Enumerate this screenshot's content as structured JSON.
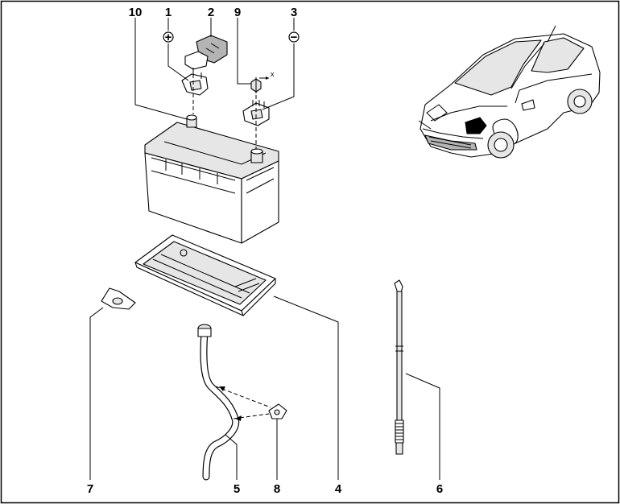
{
  "callouts": {
    "c1": "1",
    "c2": "2",
    "c3": "3",
    "c4": "4",
    "c5": "5",
    "c6": "6",
    "c7": "7",
    "c8": "8",
    "c9": "9",
    "c10": "10"
  },
  "marks": {
    "plus": "+",
    "minus": "−",
    "x": "x"
  }
}
